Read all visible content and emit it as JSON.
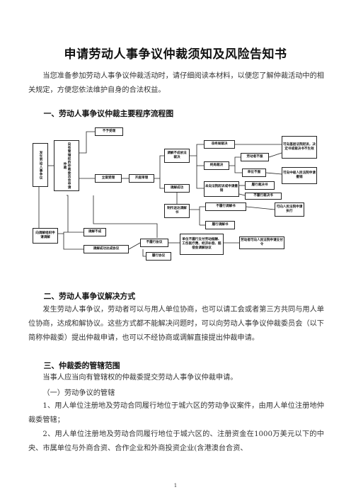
{
  "title": "申请劳动人事争议仲裁须知及风险告知书",
  "intro": "当您准备参加劳动人事争议仲裁活动时，请仔细阅读本材料，以便您了解仲裁活动中的相关规定，方便您依法维护自身的合法权益。",
  "section1": "一、劳动人事争议仲裁主要程序流程图",
  "flowchart": {
    "start": "发生劳动人事争议",
    "apply": "向有管辖权的仲裁委员会申请仲裁",
    "reject": "不予受理",
    "accept": "立案受理",
    "hearing": "开庭审理",
    "mediate_fail": "调解不成依法裁决",
    "mediate_ok": "调解成功",
    "final_award": "终局裁决",
    "non_final_award": "非终局裁决",
    "worker_no_sue": "劳动者不服",
    "employer_no_sue": "单位不服",
    "basic_court": "可向基层法院起诉，决定书或裁决书不生效",
    "intermediate_court": "可向中级人民法院申请撤销",
    "no_sue_effective": "未向法院起诉或申请撤销",
    "perform_award": "履行裁决书",
    "not_perform_award": "不履行裁决书",
    "make_mediation_doc": "制作送达调解书",
    "not_perform_mediation": "不履行调解书",
    "perform_mediation": "履行调解书",
    "enforce_court": "可向人民法院申请执行",
    "org_mediation": "向调解组织申请调解",
    "org_fail": "调解不成",
    "org_success": "调解成功达成协议",
    "not_perform_agreement": "不履行协议",
    "perform_agreement": "履行协议",
    "employer_no_pay": "单位不履行支付劳动报酬、工伤医疗费、经济补偿、赔偿金调解协议",
    "apply_payment_order": "劳动者可向人民法院申请支付令"
  },
  "section2": "二、劳动人事争议解决方式",
  "para2": "发生劳动人事争议，劳动者可以与用人单位协商，也可以请工会或者第三方共同与用人单位协商，达成和解协议。这些方式都不能解决问题时，可以向劳动人事争议仲裁委员会（以下简称仲裁委）提出仲裁申请，也可以不经协商或调解直接提出仲裁申请。",
  "section3": "三、仲裁委的管辖范围",
  "para3": "当事人应当向有管辖权的仲裁委提交劳动人事争议仲裁申请。",
  "sub1": "（一）劳动争议的管辖",
  "item1": "1、用人单位注册地及劳动合同履行地位于城六区的劳动争议案件，由用人单位注册地仲裁委管辖；",
  "item2": "2、用人单位注册地及劳动合同履行地位于城六区的、注册资金在1000万美元以下的中央、市属单位与外商合资、合作企业和外商投资企业(含港澳台合资、",
  "page_number": "1"
}
